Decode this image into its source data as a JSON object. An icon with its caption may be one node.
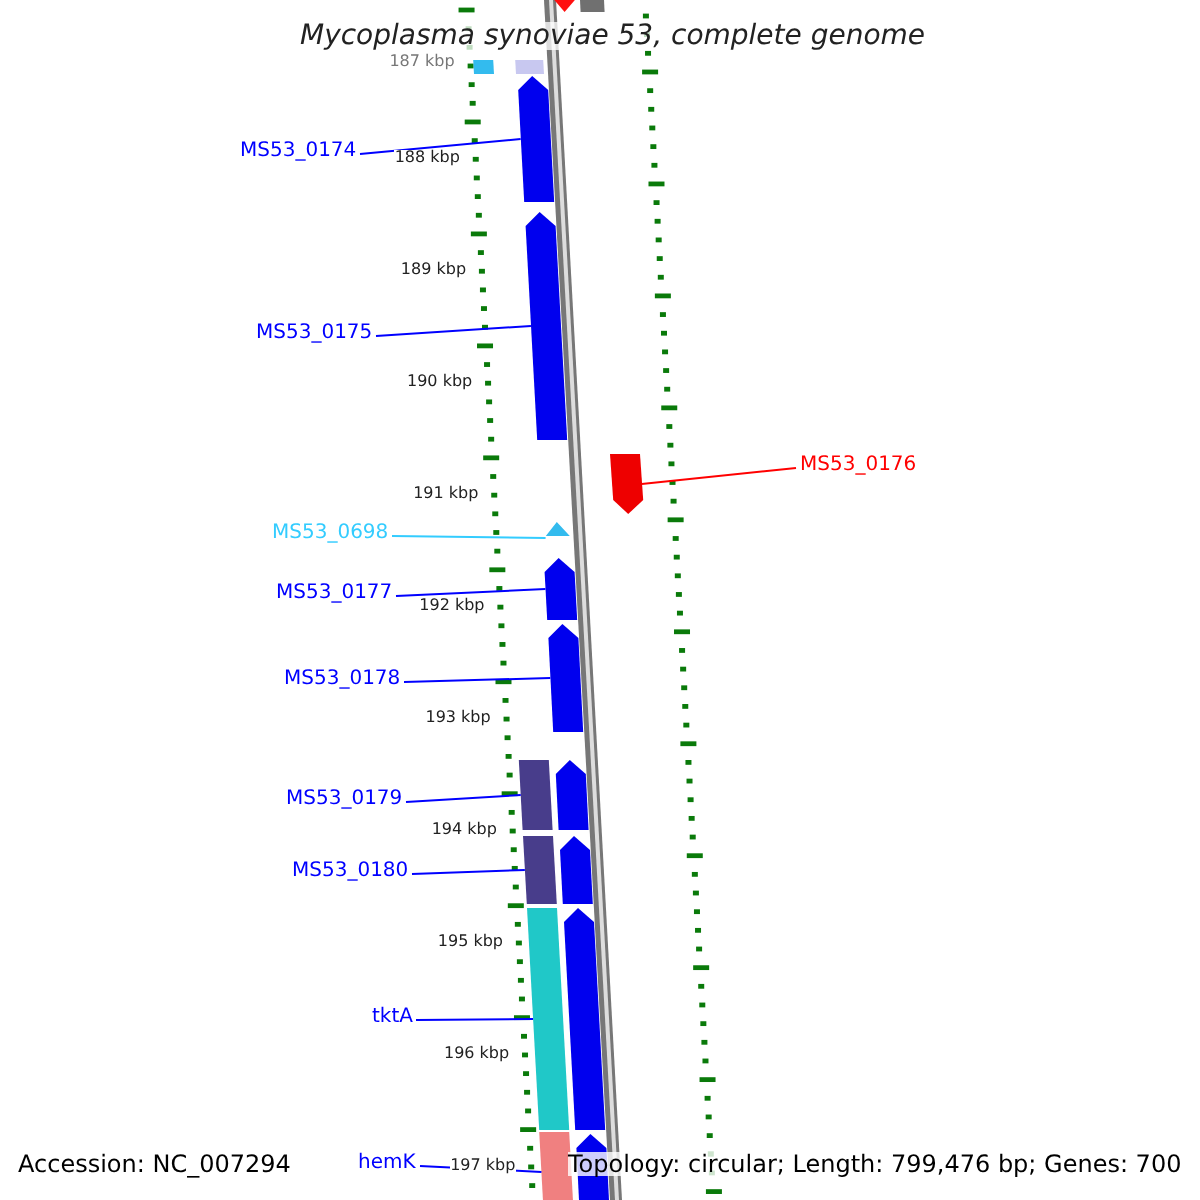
{
  "diagram": {
    "title": "Mycoplasma synoviae 53, complete genome",
    "nodes": [
      {
        "text": [
          "MS53_0174"
        ]
      },
      {
        "text": [
          "MS53_0175"
        ]
      },
      {
        "text": [
          "MS53_0176"
        ]
      },
      {
        "text": [
          "MS53_0698"
        ]
      },
      {
        "text": [
          "MS53_0177"
        ]
      },
      {
        "text": [
          "MS53_0178"
        ]
      },
      {
        "text": [
          "MS53_0179"
        ]
      },
      {
        "text": [
          "MS53_0180"
        ]
      },
      {
        "text": [
          "tktA"
        ]
      },
      {
        "text": [
          "hemK"
        ]
      },
      {
        "text": [],
        "shape": "bar"
      },
      {
        "text": [],
        "shape": "bar"
      },
      {
        "text": [],
        "shape": "bar"
      },
      {
        "text": [],
        "shape": "bar"
      },
      {
        "text": [],
        "shape": "bar"
      },
      {
        "text": [],
        "shape": "bar"
      },
      {
        "text": [],
        "shape": "box"
      },
      {
        "text": [],
        "shape": "box"
      },
      {
        "text": [],
        "shape": "box"
      },
      {
        "text": [],
        "shape": "box"
      },
      {
        "text": [],
        "shape": "bar"
      },
      {
        "text": [],
        "shape": "bar"
      },
      {
        "text": [],
        "shape": "box"
      },
      {
        "text": [],
        "shape": "box"
      },
      {
        "text": [],
        "shape": "bar"
      },
      {
        "text": [],
        "shape": "bar"
      },
      {
        "text": [],
        "shape": "bar"
      },
      {
        "text": [],
        "shape": "bar"
      }
    ],
    "edges": [
      {
        "from": 0,
        "to": 10,
        "arrow": "none"
      },
      {
        "from": 1,
        "to": 11,
        "arrow": "none"
      },
      {
        "from": 2,
        "to": 12,
        "arrow": "none",
        "color": "#ff0000"
      },
      {
        "from": 3,
        "to": 13,
        "arrow": "none",
        "color": "#33ccff"
      },
      {
        "from": 4,
        "to": 14,
        "arrow": "none"
      },
      {
        "from": 5,
        "to": 15,
        "arrow": "none"
      },
      {
        "from": 6,
        "to": 16,
        "arrow": "none"
      },
      {
        "from": 7,
        "to": 17,
        "arrow": "none"
      },
      {
        "from": 8,
        "to": 18,
        "arrow": "none"
      },
      {
        "from": 9,
        "to": 19,
        "arrow": "none"
      }
    ],
    "labels": [
      "187 kbp",
      "188 kbp",
      "189 kbp",
      "190 kbp",
      "191 kbp",
      "192 kbp",
      "193 kbp",
      "194 kbp",
      "195 kbp",
      "196 kbp",
      "197 kbp",
      "Accession: NC_007294",
      "Topology: circular; Length: 799,476 bp; Genes: 700"
    ]
  }
}
